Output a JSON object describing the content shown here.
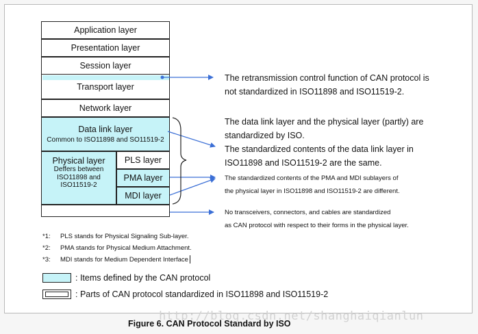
{
  "layers": {
    "application": "Application layer",
    "presentation": "Presentation layer",
    "session": "Session layer",
    "transport": "Transport layer",
    "network": "Network layer",
    "data_link": "Data link layer",
    "data_link_note": "Common to ISO11898 and SO11519-2",
    "physical": "Physical layer",
    "physical_note": [
      "Deffers between",
      "ISO11898 and",
      "ISO11519-2"
    ],
    "pls": "PLS layer",
    "pma": "PMA layer",
    "mdi": "MDI layer"
  },
  "notes": {
    "transport": [
      "The retransmission control function of CAN protocol is",
      "not standardized in ISO11898 and ISO11519-2."
    ],
    "data_link": [
      "The data link layer and the physical layer (partly) are",
      "standardized by ISO.",
      "The standardized contents of the data link layer in",
      "ISO11898 and ISO11519-2 are the same."
    ],
    "pma_mdi": [
      "The standardized contents of the PMA and MDI sublayers of",
      "the physical layer in ISO11898 and ISO11519-2 are different."
    ],
    "media": [
      "No transceivers, connectors, and cables are standardized",
      "as CAN protocol with respect to their forms in the physical layer."
    ]
  },
  "footnotes": [
    {
      "key": "*1:",
      "text": "PLS stands for Physical Signaling Sub-layer."
    },
    {
      "key": "*2:",
      "text": "PMA stands for Physical Medium Attachment."
    },
    {
      "key": "*3:",
      "text": "MDI stands for Medium Dependent Interface"
    }
  ],
  "legend": {
    "can_defined": ": Items defined by the CAN protocol",
    "iso_standardized": ": Parts of CAN protocol standardized in ISO11898 and ISO11519-2"
  },
  "caption": "Figure 6. CAN Protocol Standard by ISO",
  "watermark": "http://blog.csdn.net/shanghaiqianlun",
  "colors": {
    "can_fill": "#c6f3f8",
    "arrow": "#3b6fd6"
  }
}
